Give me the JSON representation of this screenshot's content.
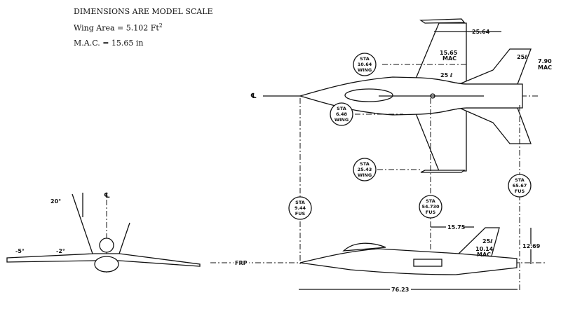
{
  "header": {
    "title": "DIMENSIONS ARE MODEL SCALE",
    "wing_area": "Wing Area  =  5.102 Ft",
    "wing_area_exp": "2",
    "mac": "M.A.C.  =  15.65 in"
  },
  "top_view": {
    "centerline": "℄",
    "dim_tail_arm": "25.64",
    "wing_mac": "15.65",
    "wing_mac_label": "MAC",
    "wing_quarter_chord": "25 ℓ",
    "tail_quarter_chord": "25ℓ",
    "tail_mac": "7.90",
    "tail_mac_label": "MAC"
  },
  "stations": [
    {
      "sta": "STA",
      "value": "10.64",
      "type": "WING"
    },
    {
      "sta": "STA",
      "value": "6.48",
      "type": "WING"
    },
    {
      "sta": "STA",
      "value": "25.43",
      "type": "WING"
    },
    {
      "sta": "STA",
      "value": "9.44",
      "type": "FUS"
    },
    {
      "sta": "STA",
      "value": "54.730",
      "type": "FUS"
    },
    {
      "sta": "STA",
      "value": "65.67",
      "type": "FUS"
    }
  ],
  "front_view": {
    "cant_angle": "20°",
    "centerline": "℄",
    "dihedral_outer": "-5°",
    "dihedral_inner": "-2°",
    "frp": "FRP"
  },
  "side_view": {
    "overall_length": "76.23",
    "tail_arm": "15.75",
    "tail_height": "12.69",
    "tail_quarter_chord": "25ℓ",
    "tail_mac": "10.14",
    "tail_mac_label": "MAC"
  }
}
